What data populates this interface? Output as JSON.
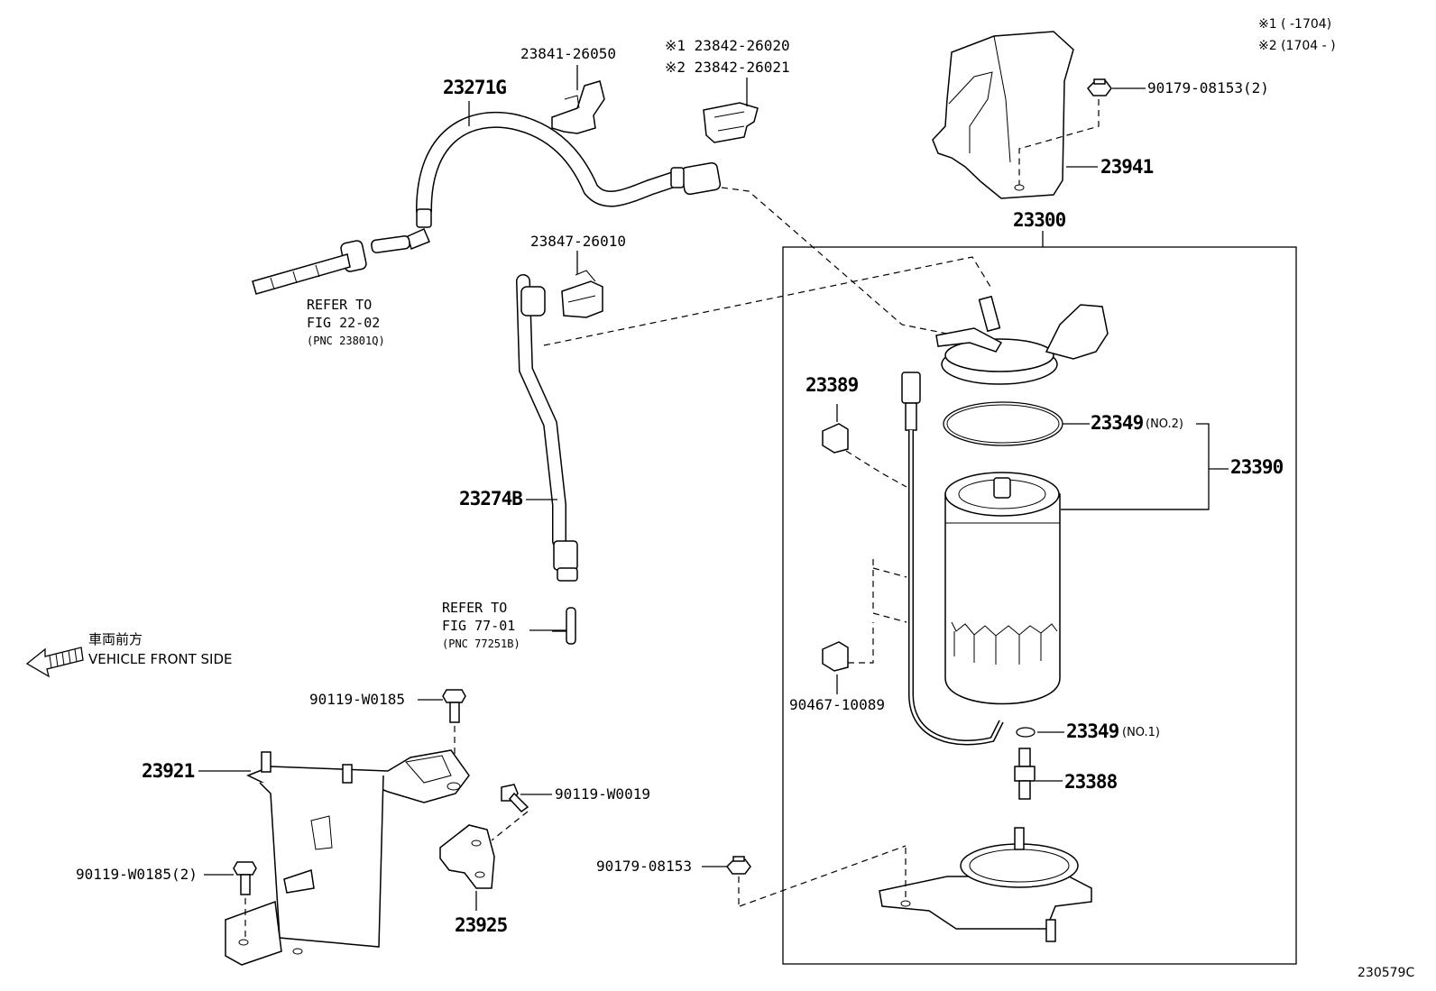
{
  "notes": {
    "row1": "※1 (      -1704)",
    "row2": "※2 (1704 -      )"
  },
  "figure_code": "230579C",
  "front_direction": {
    "jp": "車両前方",
    "en": "VEHICLE FRONT SIDE"
  },
  "labels": {
    "p23841": "23841-26050",
    "p23842a": "※1 23842-26020",
    "p23842b": "※2 23842-26021",
    "p23271": "23271G",
    "p23847": "23847-26010",
    "p23274": "23274B",
    "p90179a": "90179-08153(2)",
    "p23941": "23941",
    "p23300": "23300",
    "p23389": "23389",
    "p23349a": "23349",
    "p23349a_sub": "(NO.2)",
    "p23390": "23390",
    "p90467": "90467-10089",
    "p23349b": "23349",
    "p23349b_sub": "(NO.1)",
    "p23388": "23388",
    "p90119a": "90119-W0185",
    "p23921": "23921",
    "p90119b": "90119-W0019",
    "p90119c": "90119-W0185(2)",
    "p23925": "23925",
    "p90179b": "90179-08153"
  },
  "refs": {
    "ref1": {
      "line1": "REFER TO",
      "line2": "FIG 22-02",
      "line3": "(PNC 23801Q)"
    },
    "ref2": {
      "line1": "REFER TO",
      "line2": "FIG 77-01",
      "line3": "(PNC 77251B)"
    }
  }
}
